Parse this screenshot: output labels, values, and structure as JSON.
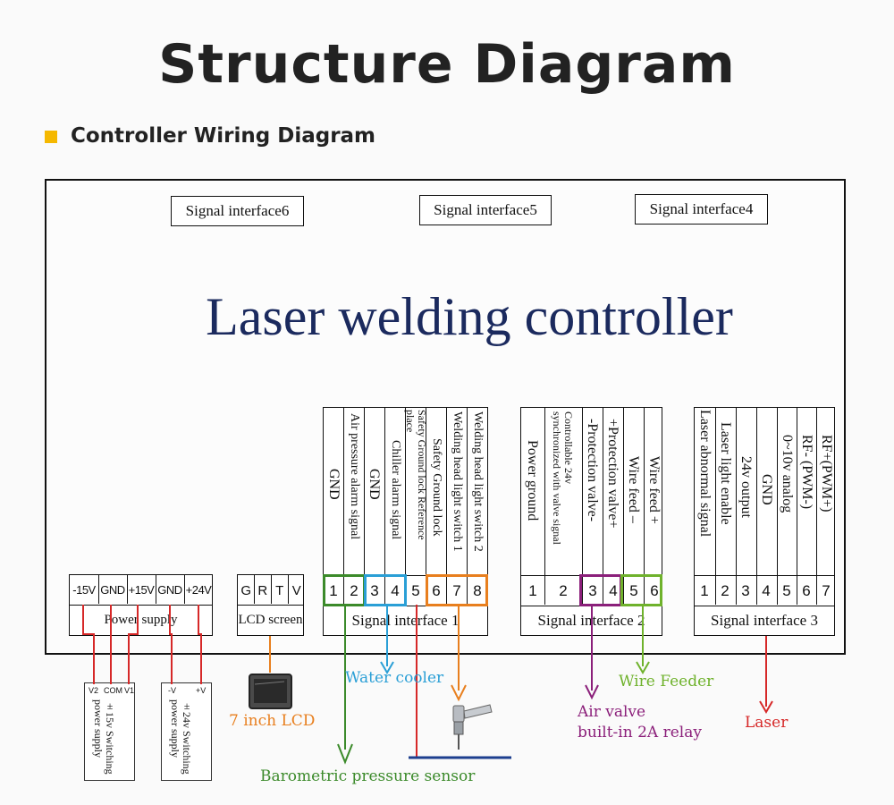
{
  "title": "Structure Diagram",
  "section_title": "Controller Wiring Diagram",
  "controller_name": "Laser welding controller",
  "colors": {
    "accent": "#f5b800",
    "controller_text": "#1b2a5e",
    "green": "#3b8a2a",
    "blue": "#2a9fd6",
    "orange": "#e87f1e",
    "purple": "#8b1f7a",
    "lime": "#6fb22c",
    "red": "#d62828",
    "navy": "#1d3f8f"
  },
  "top_interfaces": [
    "Signal interface6",
    "Signal interface5",
    "Signal interface4"
  ],
  "interface1": {
    "caption": "Signal interface 1",
    "pins": [
      "1",
      "2",
      "3",
      "4",
      "5",
      "6",
      "7",
      "8"
    ],
    "labels": [
      "GND",
      "Air pressure alarm signal",
      "GND",
      "Chiller alarm signal",
      "Safety Ground lock Reference\nplace",
      "Safety Ground lock",
      "Welding head light switch 1",
      "Welding head light switch 2"
    ]
  },
  "interface2": {
    "caption": "Signal interface 2",
    "pins": [
      "1",
      "2",
      "3",
      "4",
      "5",
      "6"
    ],
    "labels": [
      "Power ground",
      "Controllable 24v\nsynchronized with valve signal",
      "-Protection valve-",
      "+Protection valve+",
      "Wire feed –",
      "Wire feed +"
    ]
  },
  "interface3": {
    "caption": "Signal interface 3",
    "pins": [
      "1",
      "2",
      "3",
      "4",
      "5",
      "6",
      "7"
    ],
    "labels": [
      "Laser abnormal signal",
      "Laser light enable",
      "24v output",
      "GND",
      "0~10v analog",
      "RF- (PWM-)",
      "RF+(PWM+)"
    ]
  },
  "power_supply": {
    "caption": "Power supply",
    "pins": [
      "-15V",
      "GND",
      "+15V",
      "GND",
      "+24V"
    ]
  },
  "lcd": {
    "caption": "LCD screen",
    "pins": [
      "G",
      "R",
      "T",
      "V"
    ]
  },
  "supply_15v": {
    "terminals": [
      "V2",
      "COM",
      "V1"
    ],
    "text": "±15v Switching\npower supply"
  },
  "supply_24v": {
    "terminals": [
      "-V",
      "+V"
    ],
    "text": "±24v Switching\npower supply"
  },
  "outputs": {
    "lcd_7inch": "7 inch LCD",
    "water_cooler": "Water cooler",
    "barometric": "Barometric pressure sensor",
    "air_valve_1": "Air valve",
    "air_valve_2": "built-in 2A relay",
    "wire_feeder": "Wire Feeder",
    "laser": "Laser"
  }
}
